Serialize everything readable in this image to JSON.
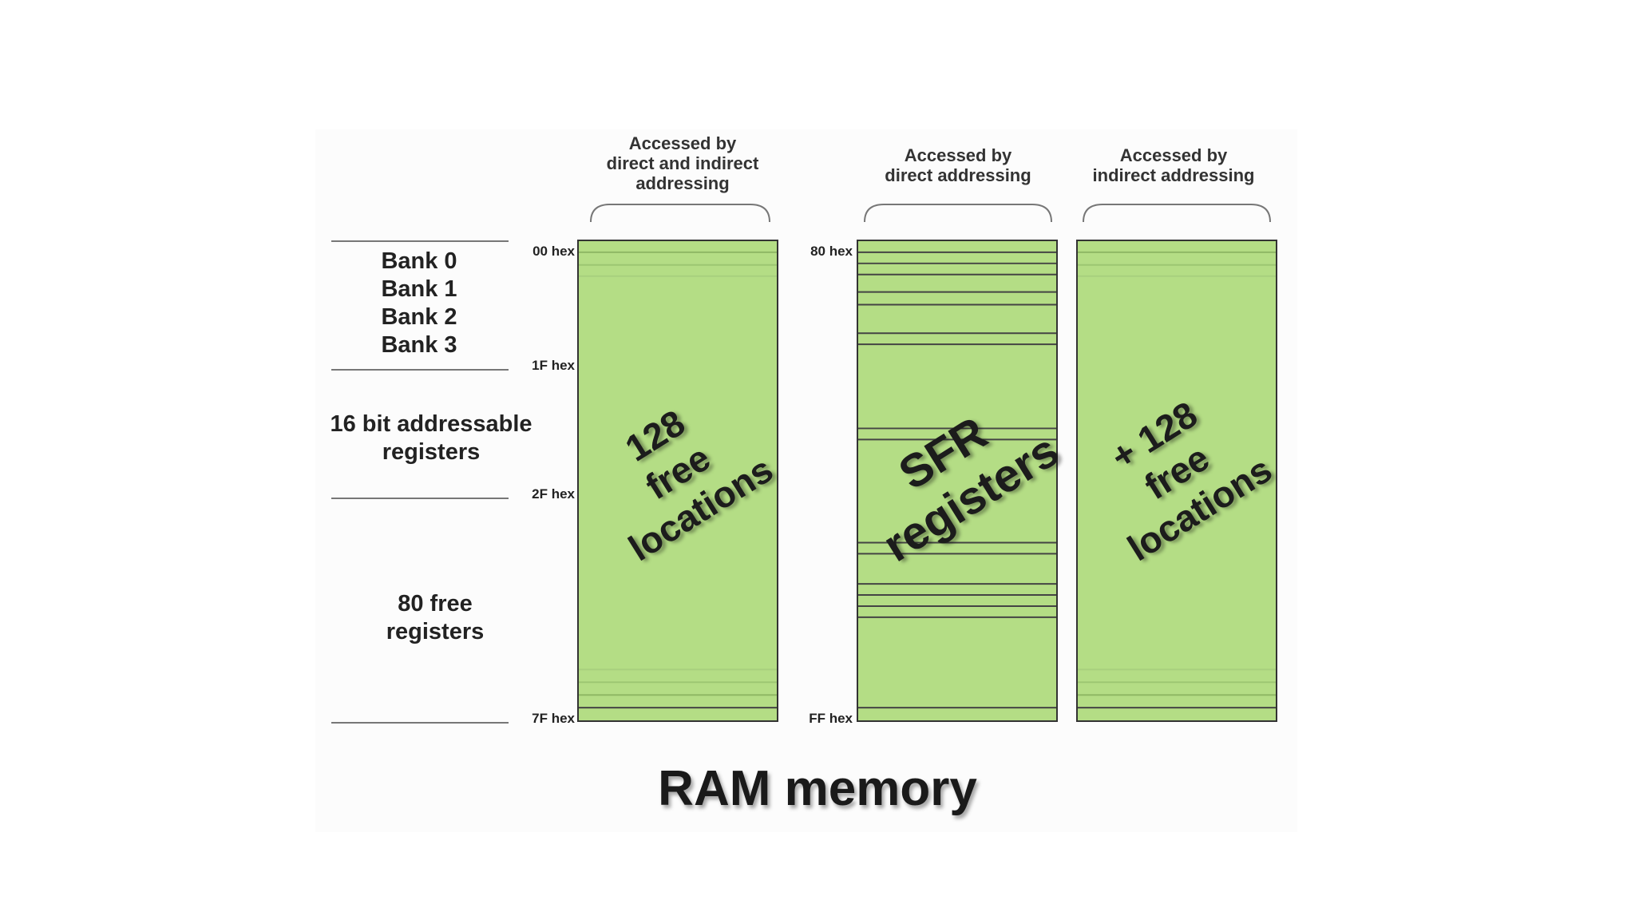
{
  "headers": {
    "col1": [
      "Accessed by",
      "direct and indirect",
      "addressing"
    ],
    "col2": [
      "Accessed by",
      "direct addressing"
    ],
    "col3": [
      "Accessed by",
      "indirect addressing"
    ]
  },
  "left_labels": {
    "banks": [
      "Bank 0",
      "Bank 1",
      "Bank 2",
      "Bank 3"
    ],
    "bit_addressable": [
      "16 bit addressable",
      "registers"
    ],
    "free_registers": [
      "80 free",
      "registers"
    ]
  },
  "addresses": {
    "start_lower": "00 hex",
    "bank_end": "1F hex",
    "bit_end": "2F hex",
    "end_lower": "7F hex",
    "start_upper": "80 hex",
    "end_upper": "FF hex"
  },
  "columns": {
    "col1": [
      "128",
      "free",
      "locations"
    ],
    "col2": [
      "SFR",
      "registers"
    ],
    "col3": [
      "+ 128",
      "free",
      "locations"
    ]
  },
  "title": "RAM memory",
  "colors": {
    "fill": "#b4dd85",
    "border": "#333333"
  }
}
